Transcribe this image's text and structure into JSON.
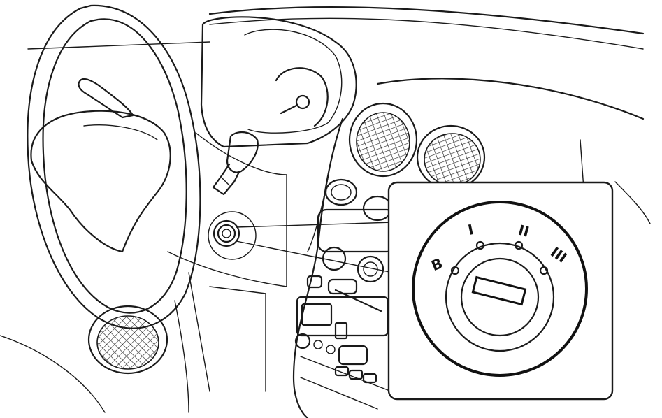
{
  "ignition": {
    "positions": [
      {
        "key": "b",
        "label": "B"
      },
      {
        "key": "i",
        "label": "I"
      },
      {
        "key": "ii",
        "label": "II"
      },
      {
        "key": "iii",
        "label": "III"
      }
    ]
  },
  "colors": {
    "line": "#1a1a1a",
    "background": "#ffffff"
  }
}
